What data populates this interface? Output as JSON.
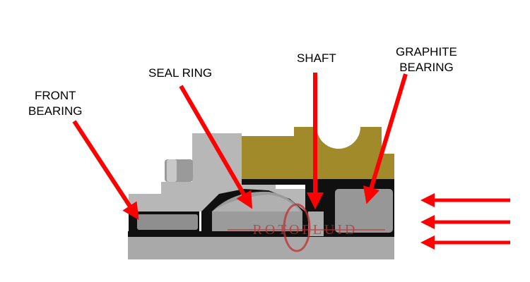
{
  "labels": {
    "front_bearing": {
      "line1": "FRONT",
      "line2": "BEARING"
    },
    "seal_ring": "SEAL RING",
    "shaft": "SHAFT",
    "graphite_bearing": {
      "line1": "GRAPHITE",
      "line2": "BEARING"
    }
  },
  "watermark": "ROTOFLUID",
  "colors": {
    "arrow": "#ff0000",
    "housing_gray": "#a9a9a9",
    "housing_light": "#c4c4c4",
    "part_dark": "#8c8c8c",
    "shaft_gold": "#a08a2a",
    "outline": "#101010",
    "watermark": "#c03030"
  }
}
